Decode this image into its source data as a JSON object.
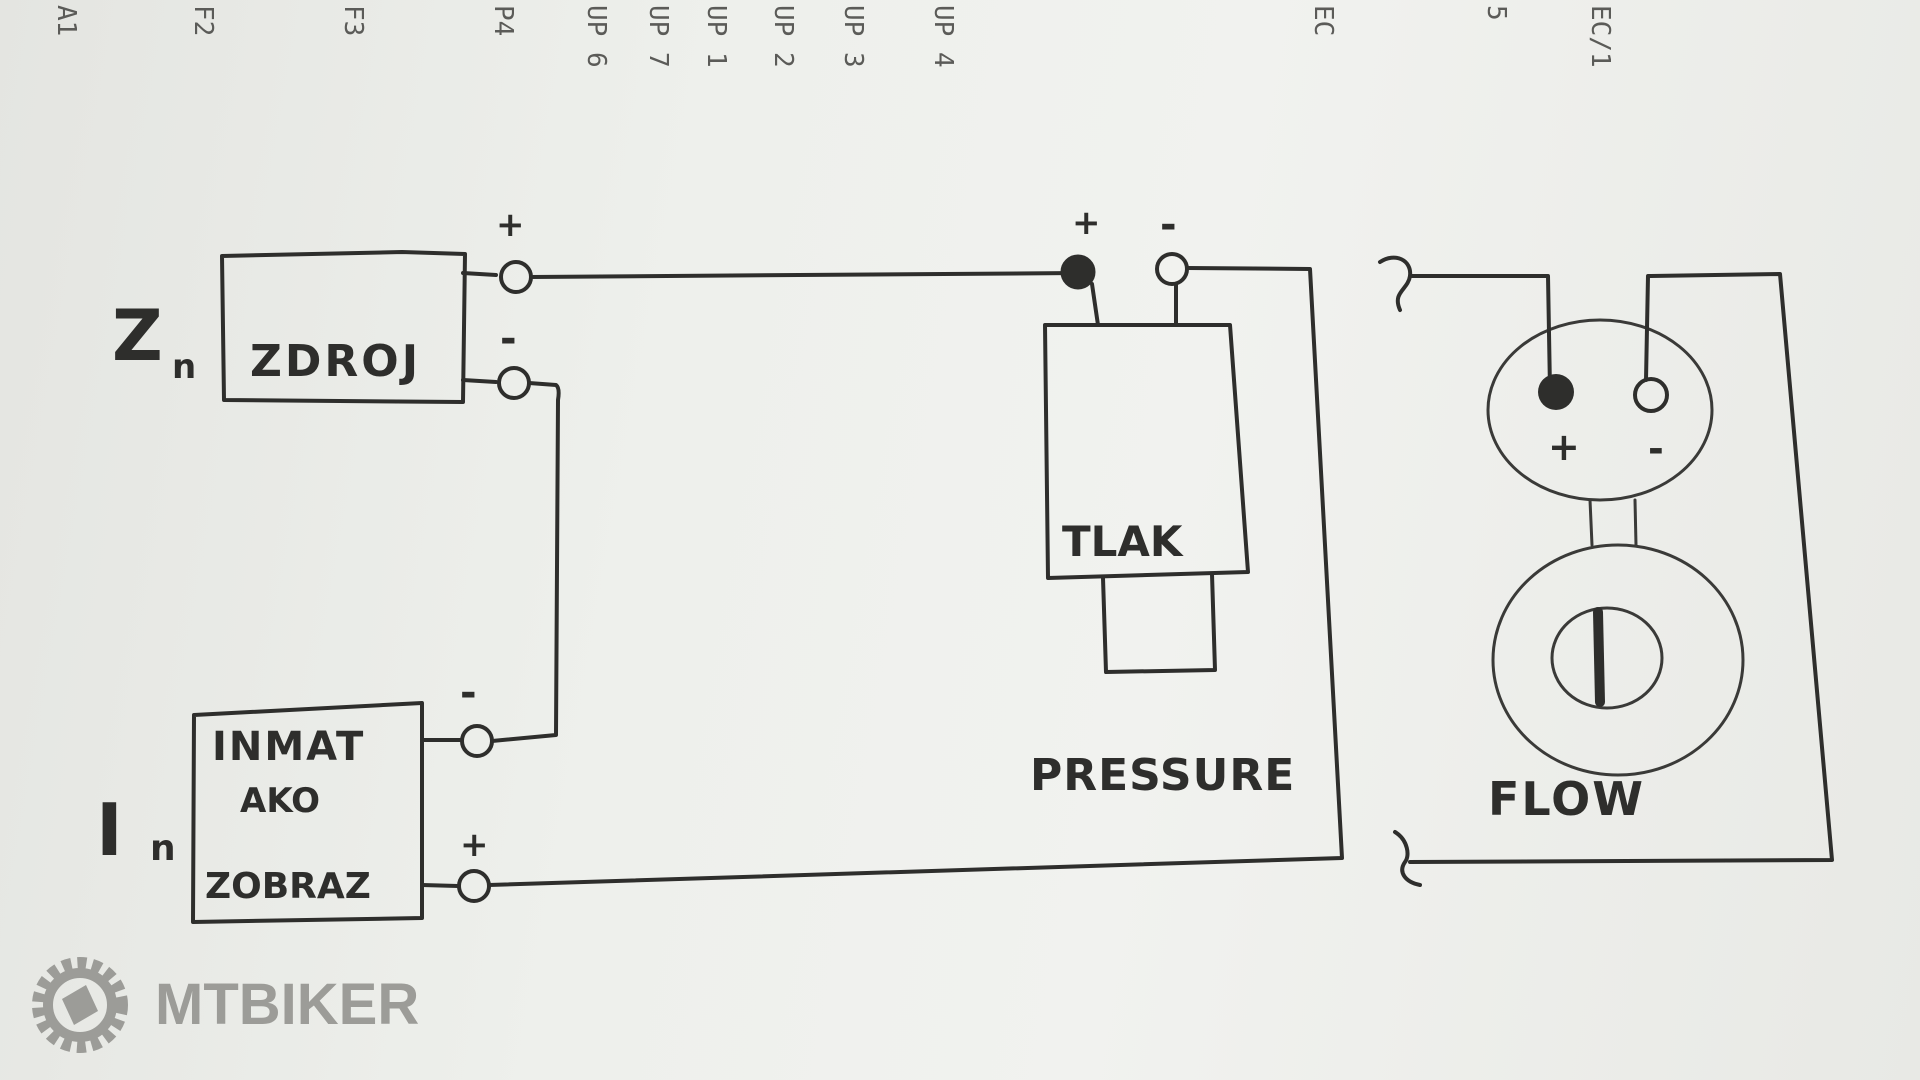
{
  "background_print": {
    "rotated_lines": [
      "A1",
      "F2",
      "F3",
      "P4",
      "UP 6",
      "UP 7",
      "UP 1",
      "UP 2",
      "UP 3",
      "UP 4",
      "EC",
      "5",
      "EC/1"
    ]
  },
  "labels": {
    "zn_main": "Z",
    "zn_sub": "n",
    "in_main": "I",
    "in_sub": "n",
    "source_box": "ZDROJ",
    "display_line1": "INMAT",
    "display_line2": "AKO",
    "display_line3": "ZOBRAZ",
    "pressure_box": "TLAK",
    "pressure_caption": "PRESSURE",
    "flow_caption": "FLOW",
    "plus": "+",
    "minus": "-",
    "tilde": "~"
  },
  "watermark": {
    "brand": "MTBIKER",
    "icon": "gear-logo-icon"
  },
  "colors": {
    "ink": "#2e2e2c",
    "paper": "#eef0ec",
    "watermark": "#9c9c98"
  }
}
